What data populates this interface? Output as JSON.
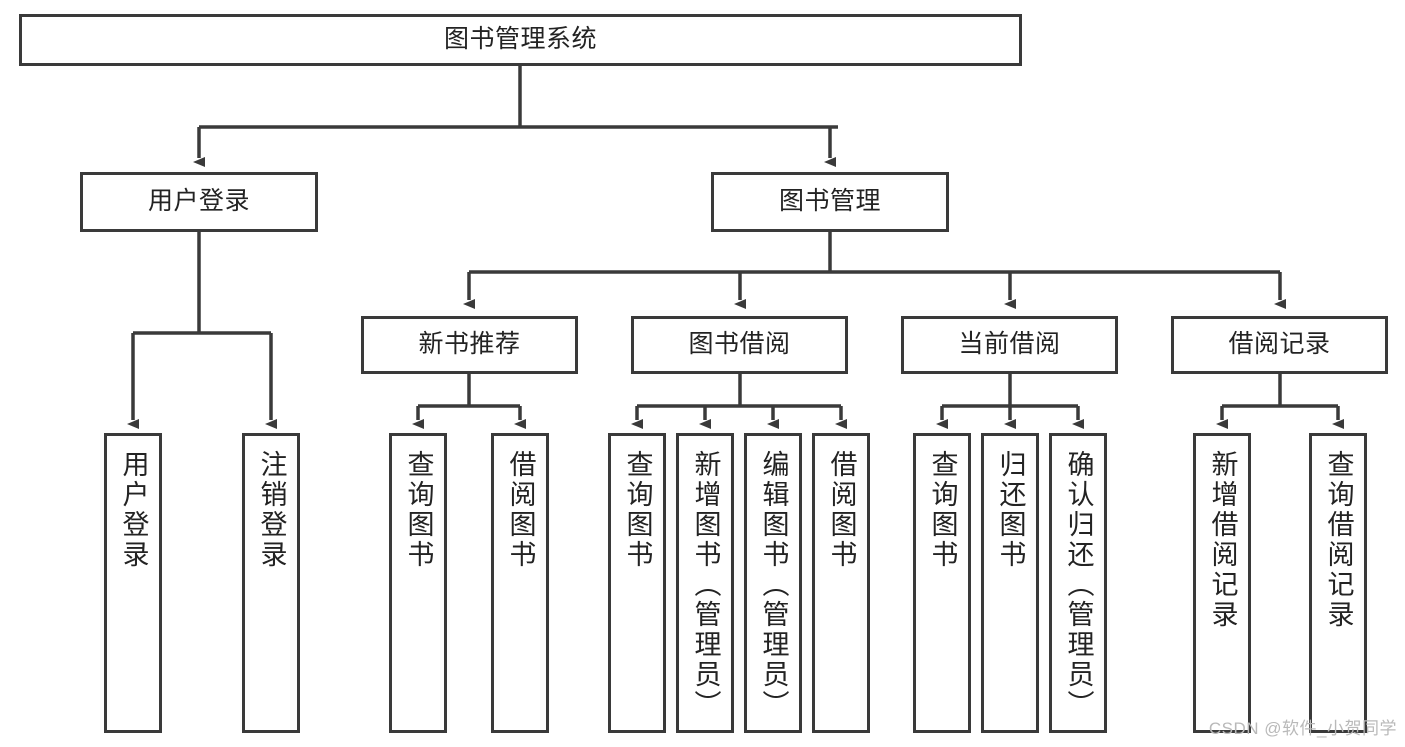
{
  "diagram": {
    "type": "tree",
    "title": "图书管理系统",
    "watermark": "CSDN @软件_小贺同学",
    "colors": {
      "stroke": "#3a3a3a",
      "fill": "#ffffff",
      "text": "#232323",
      "watermark": "#b9b9b9"
    },
    "nodes": {
      "root": {
        "label": "图书管理系统"
      },
      "level2": [
        {
          "label": "用户登录"
        },
        {
          "label": "图书管理"
        }
      ],
      "level3": [
        {
          "label": "新书推荐"
        },
        {
          "label": "图书借阅"
        },
        {
          "label": "当前借阅"
        },
        {
          "label": "借阅记录"
        }
      ],
      "leaves": {
        "user_login": [
          {
            "label": "用户登录"
          },
          {
            "label": "注销登录"
          }
        ],
        "new_book": [
          {
            "label": "查询图书"
          },
          {
            "label": "借阅图书"
          }
        ],
        "borrow": [
          {
            "label": "查询图书"
          },
          {
            "label": "新增图书（管理员）"
          },
          {
            "label": "编辑图书（管理员）"
          },
          {
            "label": "借阅图书"
          }
        ],
        "current": [
          {
            "label": "查询图书"
          },
          {
            "label": "归还图书"
          },
          {
            "label": "确认归还（管理员）"
          }
        ],
        "records": [
          {
            "label": "新增借阅记录"
          },
          {
            "label": "查询借阅记录"
          }
        ]
      }
    }
  }
}
